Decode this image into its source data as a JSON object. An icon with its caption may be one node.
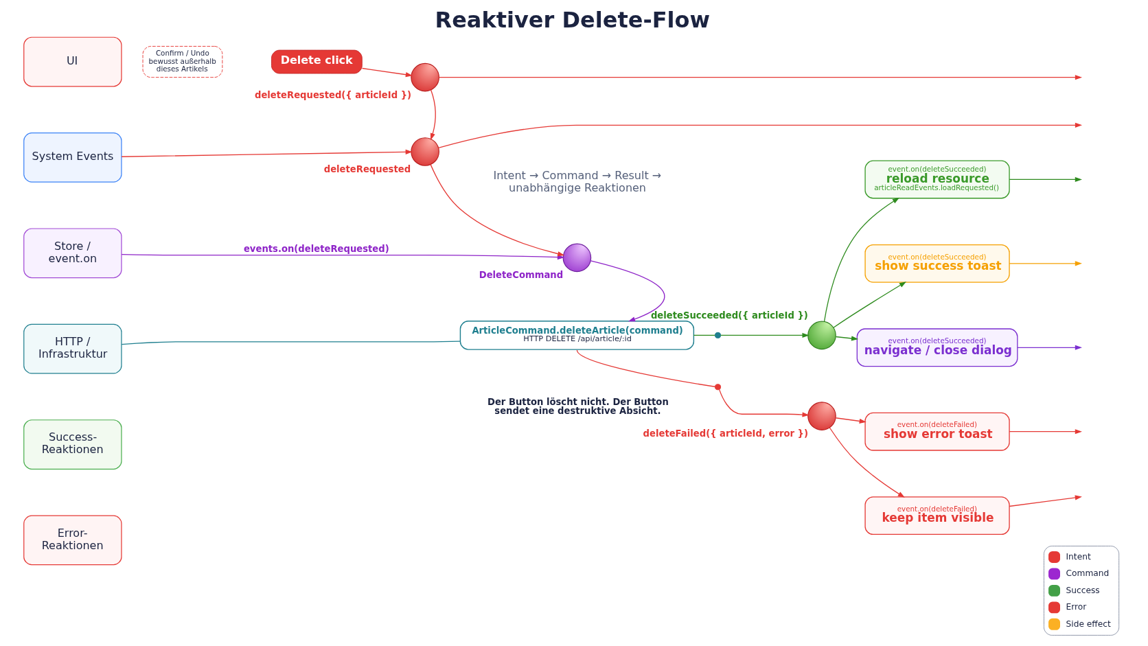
{
  "diagram": {
    "title": "Reaktiver Delete-Flow",
    "nodes": [
      {
        "text": [
          "UI"
        ]
      },
      {
        "text": [
          "System Events"
        ]
      },
      {
        "text": [
          "Store / event.on"
        ]
      },
      {
        "text": [
          "HTTP / Infrastruktur"
        ]
      },
      {
        "text": [
          "Success- Reaktionen"
        ]
      },
      {
        "text": [
          "Error- Reaktionen"
        ]
      },
      {
        "text": [
          "Confirm / Undo bewusst außerhalb dieses Artikels"
        ]
      },
      {
        "text": [
          "Delete click"
        ]
      },
      {
        "text": [],
        "shape": "circle",
        "beside": [
          "deleteRequested({ articleId })"
        ]
      },
      {
        "text": [],
        "shape": "circle",
        "beside": [
          "deleteRequested"
        ]
      },
      {
        "text": [],
        "shape": "circle",
        "beside": [
          "DeleteCommand"
        ]
      },
      {
        "text": [
          "ArticleCommand.deleteArticle(command)",
          "HTTP DELETE /api/article/:id"
        ]
      },
      {
        "text": [],
        "shape": "dot"
      },
      {
        "text": [],
        "shape": "dot"
      },
      {
        "text": [],
        "shape": "circle",
        "beside": [
          "deleteSucceeded({ articleId })"
        ]
      },
      {
        "text": [],
        "shape": "circle",
        "beside": [
          "deleteFailed({ articleId, error })"
        ]
      },
      {
        "text": [
          "event.on(deleteSucceeded)",
          "reload resource",
          "articleReadEvents.loadRequested()"
        ]
      },
      {
        "text": [
          "event.on(deleteSucceeded)",
          "show success toast"
        ]
      },
      {
        "text": [
          "event.on(deleteSucceeded)",
          "navigate / close dialog"
        ]
      },
      {
        "text": [
          "event.on(deleteFailed)",
          "show error toast"
        ]
      },
      {
        "text": [
          "event.on(deleteFailed)",
          "keep item visible"
        ]
      }
    ],
    "edges": [
      {
        "from": 7,
        "to": 8,
        "arrow": "to"
      },
      {
        "from": 8,
        "to": null,
        "arrow": "to"
      },
      {
        "from": 8,
        "to": 9,
        "arrow": "to"
      },
      {
        "from": 1,
        "to": 9,
        "arrow": "to"
      },
      {
        "from": 9,
        "to": null,
        "arrow": "to"
      },
      {
        "from": 9,
        "to": 10,
        "arrow": "to"
      },
      {
        "from": 2,
        "to": 10,
        "arrow": "to",
        "label": "events.on(deleteRequested)",
        "color": "#8e24c8"
      },
      {
        "from": 10,
        "to": 11,
        "arrow": "to",
        "color": "#8e24c8"
      },
      {
        "from": 3,
        "to": 11,
        "arrow": "none",
        "color": "#1f7f8f"
      },
      {
        "from": 11,
        "to": 12,
        "arrow": "none",
        "color": "#2e8b1e"
      },
      {
        "from": 12,
        "to": 14,
        "arrow": "to",
        "color": "#2e8b1e"
      },
      {
        "from": 11,
        "to": 13,
        "arrow": "none"
      },
      {
        "from": 13,
        "to": 15,
        "arrow": "to"
      },
      {
        "from": 14,
        "to": 16,
        "arrow": "to",
        "color": "#2e8b1e"
      },
      {
        "from": 14,
        "to": 17,
        "arrow": "to",
        "color": "#2e8b1e"
      },
      {
        "from": 14,
        "to": 18,
        "arrow": "to",
        "color": "#2e8b1e"
      },
      {
        "from": 15,
        "to": 19,
        "arrow": "to"
      },
      {
        "from": 15,
        "to": 20,
        "arrow": "to"
      },
      {
        "from": 16,
        "to": null,
        "arrow": "to",
        "color": "#2e8b1e"
      },
      {
        "from": 17,
        "to": null,
        "arrow": "to",
        "color": "#f5a000"
      },
      {
        "from": 18,
        "to": null,
        "arrow": "to",
        "color": "#7b2fd0"
      },
      {
        "from": 19,
        "to": null,
        "arrow": "to"
      },
      {
        "from": 20,
        "to": null,
        "arrow": "to"
      }
    ],
    "labels": [
      "Intent → Command → Result → unabhängige Reaktionen",
      "Der Button löscht nicht. Der Button sendet eine destruktive Absicht."
    ],
    "legend": [
      {
        "text": "Intent",
        "color": "#e53935"
      },
      {
        "text": "Command",
        "color": "#9c27d0"
      },
      {
        "text": "Success",
        "color": "#43a047"
      },
      {
        "text": "Error",
        "color": "#e53935"
      },
      {
        "text": "Side effect",
        "color": "#fbb023"
      }
    ]
  }
}
